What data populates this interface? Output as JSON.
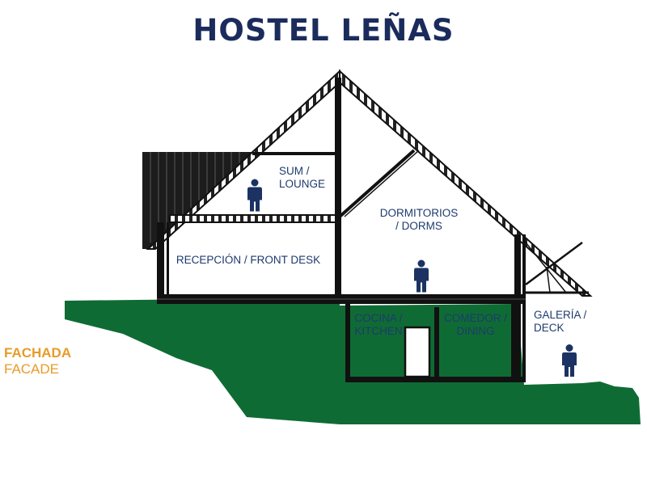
{
  "title": "HOSTEL LEÑAS",
  "facade": {
    "es": "FACHADA",
    "en": "FACADE"
  },
  "rooms": {
    "lounge": [
      "SUM /",
      "LOUNGE"
    ],
    "reception": [
      "RECEPCIÓN / FRONT DESK"
    ],
    "dorms": [
      "DORMITORIOS",
      "/ DORMS"
    ],
    "kitchen": [
      "COCINA /",
      "KITCHEN"
    ],
    "dining": [
      "COMEDOR /",
      "DINING"
    ],
    "deck": [
      "GALERÍA /",
      "DECK"
    ]
  },
  "colors": {
    "title": "#1b2c5c",
    "label": "#1e3a6e",
    "person": "#1c3262",
    "ground": "#0f6b34",
    "structure": "#111111",
    "facade": "#e89b28"
  }
}
